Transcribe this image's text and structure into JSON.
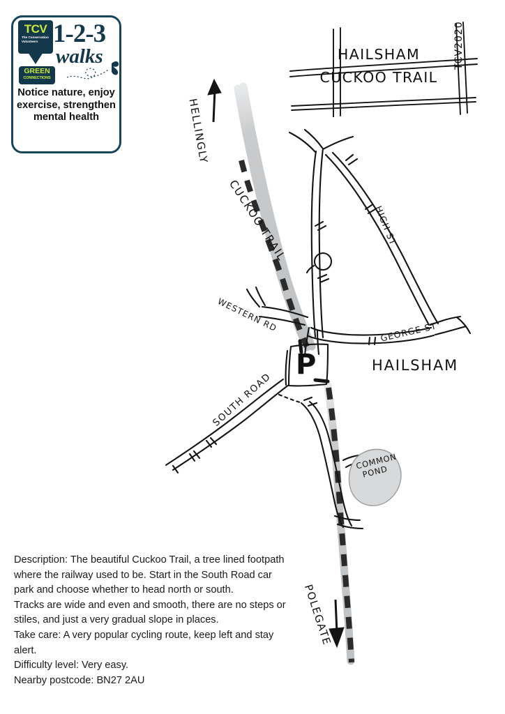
{
  "logo": {
    "tcv_abbrev": "TCV",
    "tcv_full": "The Conservation Volunteers",
    "green_badge_line1": "GREEN",
    "green_badge_line2": "CONNECTIONS",
    "walks_number": "1-2-3",
    "walks_word": "walks",
    "tagline": "Notice nature, enjoy exercise, strengthen mental health",
    "navy": "#14384b",
    "lime": "#c8e83c"
  },
  "title_box": {
    "line1": "HAILSHAM",
    "line2": "CUCKOO TRAIL",
    "side_code": "TCV2020"
  },
  "map": {
    "labels": {
      "hellingly": "HELLINGLY",
      "cuckoo_trail": "CUCKOO TRAIL",
      "western_rd": "WESTERN RD",
      "south_road": "SOUTH ROAD",
      "high_st": "HIGH ST",
      "george_st": "GEORGE ST",
      "hailsham": "HAILSHAM",
      "common_pond_line1": "COMMON",
      "common_pond_line2": "POND",
      "polegate": "POLEGATE",
      "parking": "P"
    },
    "ink_color": "#141414",
    "trail_color": "#2b2b2b",
    "trail_casing_color": "#c9cbcd",
    "pond_fill": "#d8d9da"
  },
  "description": {
    "paragraph1": "Description: The beautiful Cuckoo Trail, a tree lined footpath where the railway used to be. Start in the South Road car park and choose whether to head north or south.",
    "paragraph2": "Tracks are wide and even and smooth, there are no steps or stiles, and just a very gradual slope in places.",
    "paragraph3": "Take care: A very popular cycling route, keep left and stay alert.",
    "paragraph4": "Difficulty level: Very easy.",
    "paragraph5": "Nearby postcode: BN27 2AU"
  }
}
